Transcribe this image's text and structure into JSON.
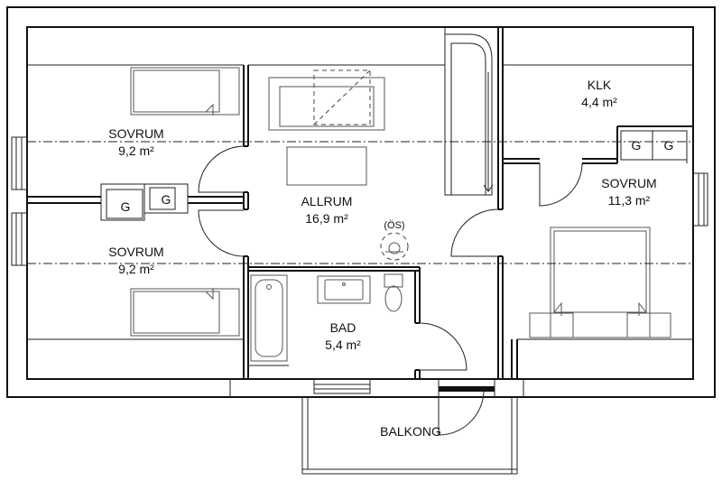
{
  "rooms": {
    "sovrum_top": {
      "name": "SOVRUM",
      "area": "9,2 m²"
    },
    "sovrum_bottom": {
      "name": "SOVRUM",
      "area": "9,2 m²"
    },
    "allrum": {
      "name": "ALLRUM",
      "area": "16,9 m²"
    },
    "klk": {
      "name": "KLK",
      "area": "4,4 m²"
    },
    "sovrum_right": {
      "name": "SOVRUM",
      "area": "11,3 m²"
    },
    "bad": {
      "name": "BAD",
      "area": "5,4 m²"
    },
    "balkong": {
      "name": "BALKONG"
    }
  },
  "fixtures": {
    "os_label": "(ÖS)",
    "wardrobe_marker": "G"
  }
}
